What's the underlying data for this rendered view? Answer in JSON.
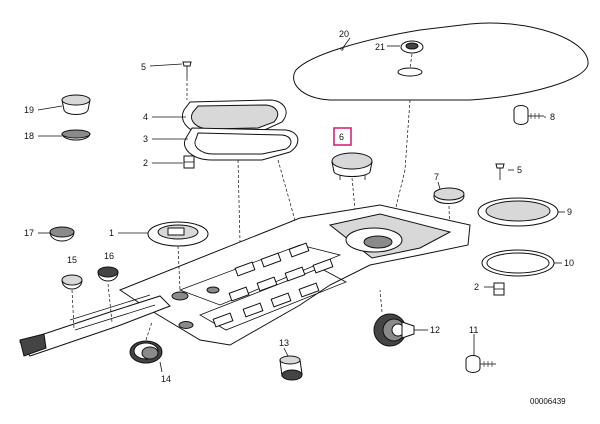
{
  "diagram": {
    "callouts": {
      "c1": "1",
      "c2a": "2",
      "c2b": "2",
      "c3": "3",
      "c4": "4",
      "c5a": "5",
      "c5b": "5",
      "c6": "6",
      "c7": "7",
      "c8": "8",
      "c9": "9",
      "c10": "10",
      "c11": "11",
      "c12": "12",
      "c13": "13",
      "c14": "14",
      "c15": "15",
      "c16": "16",
      "c17": "17",
      "c18": "18",
      "c19": "19",
      "c20": "20",
      "c21": "21"
    },
    "highlighted_callout": "6",
    "highlight_color": "#d6247a",
    "drawing_number": "00006439"
  }
}
